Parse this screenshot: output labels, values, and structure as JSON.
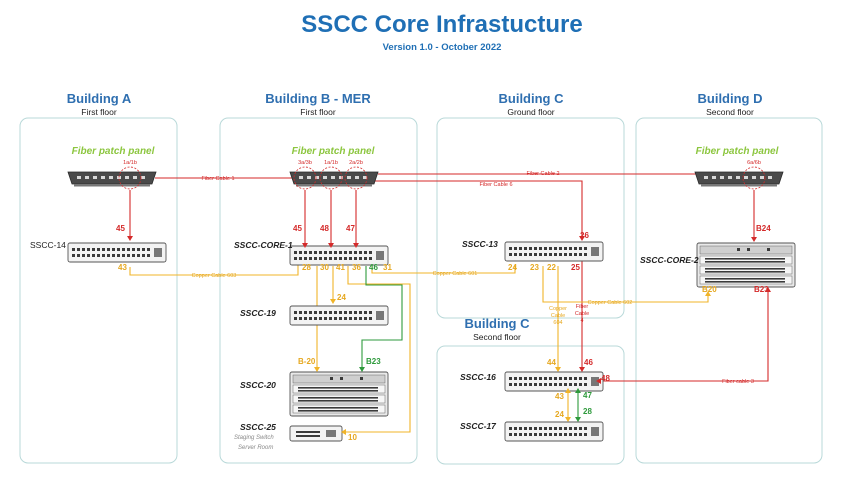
{
  "header": {
    "title": "SSCC Core Infrastucture",
    "subtitle": "Version 1.0 - October 2022"
  },
  "buildings": {
    "a": {
      "name": "Building A",
      "floor": "First floor"
    },
    "b": {
      "name": "Building B - MER",
      "floor": "First floor"
    },
    "c_ground": {
      "name": "Building C",
      "floor": "Ground floor"
    },
    "c_second": {
      "name": "Building C",
      "floor": "Second floor"
    },
    "d": {
      "name": "Building D",
      "floor": "Second floor"
    }
  },
  "patch_panels": {
    "a": {
      "label": "Fiber patch panel",
      "tags": [
        "1a/1b"
      ]
    },
    "b": {
      "label": "Fiber patch panel",
      "tags": [
        "3a/3b",
        "1a/1b",
        "2a/2b"
      ]
    },
    "d": {
      "label": "Fiber patch panel",
      "tags": [
        "6a/6b"
      ]
    }
  },
  "devices": {
    "sscc14": "SSCC-14",
    "core1": "SSCC-CORE-1",
    "sscc13": "SSCC-13",
    "core2": "SSCC-CORE-2",
    "sscc19": "SSCC-19",
    "sscc20": "SSCC-20",
    "sscc25": "SSCC-25",
    "sscc25_note1": "Staging Switch",
    "sscc25_note2": "Server Room",
    "sscc16": "SSCC-16",
    "sscc17": "SSCC-17"
  },
  "cables": {
    "fiber1": "Fiber Cable 1",
    "fiber2": "Fiber Cable 2",
    "fiber3": "Fiber cable 3",
    "fiber4": [
      "Fiber",
      "Cable",
      "4"
    ],
    "fiber6": "Fiber Cable 6",
    "copper601": "Copper Cable 601",
    "copper602": "Copper Cable 602",
    "copper603": "Copper Cable 603",
    "copper604": [
      "Copper",
      "Cable",
      "604"
    ]
  },
  "ports": {
    "a_down": "45",
    "sscc14": "43",
    "b_left": "45",
    "b_mid": "48",
    "b_right": "47",
    "core1_28": "28",
    "core1_30": "30",
    "core1_41": "41",
    "core1_36": "36",
    "core1_46": "46",
    "core1_31": "31",
    "sscc19": "24",
    "sscc20_y": "B-20",
    "sscc20_g": "B23",
    "sscc25": "10",
    "sscc13_26": "26",
    "sscc13_24": "24",
    "sscc13_23": "23",
    "sscc13_22": "22",
    "sscc13_25": "25",
    "core2_b24": "B24",
    "core2_b20": "B20",
    "core2_b23": "B23",
    "sscc16_44": "44",
    "sscc16_46": "46",
    "sscc16_48": "48",
    "sscc16_43": "43",
    "sscc16_47": "47",
    "sscc17_24": "24",
    "sscc17_28": "28"
  },
  "colors": {
    "title": "#1f6fb5",
    "building": "#2f6fb0",
    "fiber_patch": "#8cc63f",
    "fiber": "#d42a2a",
    "copper": "#f0b429",
    "green_link": "#2e9a3c",
    "box_border": "#b9d9d9"
  },
  "icons": {
    "patch_panel": "fiber-patch-panel-icon",
    "switch": "network-switch-icon",
    "chassis": "chassis-switch-icon"
  }
}
